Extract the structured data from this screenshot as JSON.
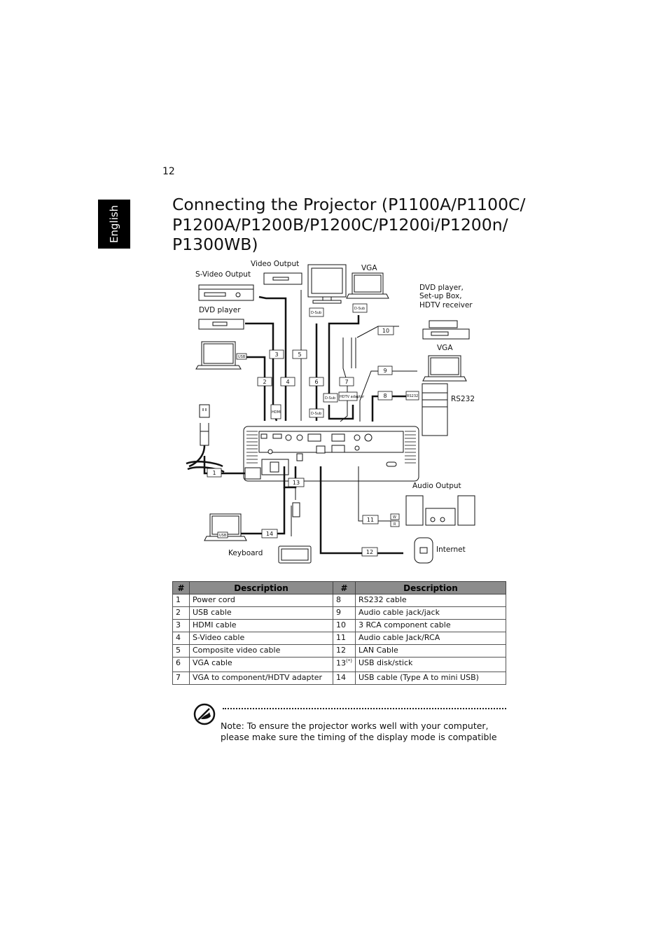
{
  "page_number": "12",
  "language_tab": "English",
  "title": "Connecting the Projector (P1100A/P1100C/\nP1200A/P1200B/P1200C/P1200i/P1200n/\nP1300WB)",
  "diagram": {
    "labels": {
      "video_output": "Video Output",
      "s_video_output": "S-Video Output",
      "vga_top": "VGA",
      "dvd_player": "DVD player",
      "dvd_setup_1": "DVD player,",
      "dvd_setup_2": "Set-up Box,",
      "dvd_setup_3": "HDTV receiver",
      "vga_laptop": "VGA",
      "rs232": "RS232",
      "audio_output": "Audio Output",
      "keyboard": "Keyboard",
      "internet": "Internet"
    },
    "connector_labels": {
      "usb": "USB",
      "hdmi": "HDMI",
      "dsub": "D-Sub",
      "rs232": "RS232",
      "hdtv": "HDTV adapter",
      "w": "W",
      "r": "R"
    },
    "callouts": [
      "1",
      "2",
      "3",
      "4",
      "5",
      "6",
      "7",
      "8",
      "9",
      "10",
      "11",
      "12",
      "13",
      "14"
    ]
  },
  "legend_table": {
    "headers": [
      "#",
      "Description",
      "#",
      "Description"
    ],
    "rows": [
      {
        "n1": "1",
        "d1": "Power cord",
        "n2": "8",
        "d2": "RS232 cable"
      },
      {
        "n1": "2",
        "d1": "USB cable",
        "n2": "9",
        "d2": "Audio cable jack/jack"
      },
      {
        "n1": "3",
        "d1": "HDMI cable",
        "n2": "10",
        "d2": "3 RCA component cable"
      },
      {
        "n1": "4",
        "d1": "S-Video cable",
        "n2": "11",
        "d2": "Audio cable Jack/RCA"
      },
      {
        "n1": "5",
        "d1": "Composite video cable",
        "n2": "12",
        "d2": "LAN Cable"
      },
      {
        "n1": "6",
        "d1": "VGA cable",
        "n2": "13",
        "n2_sup": "(*)",
        "d2": "USB disk/stick"
      },
      {
        "n1": "7",
        "d1": "VGA to component/HDTV adapter",
        "n2": "14",
        "d2": "USB cable (Type A to mini USB)"
      }
    ]
  },
  "note": {
    "label": "Note:",
    "text": " To ensure the projector works well with your computer, please make sure the timing of the display mode is compatible"
  }
}
